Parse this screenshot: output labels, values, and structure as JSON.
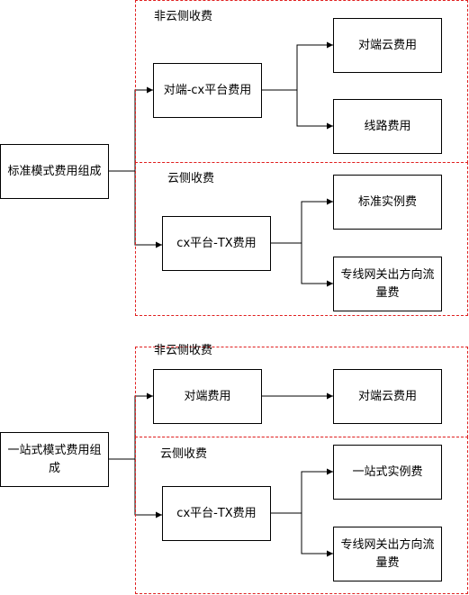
{
  "diagram_top": {
    "root": "标准模式费用组成",
    "region_noncloud": {
      "label": "非云侧收费"
    },
    "region_cloud": {
      "label": "云侧收费"
    },
    "node_edge_platform": "对端-cx平台费用",
    "node_edge_cloud": "对端云费用",
    "node_line": "线路费用",
    "node_cx_tx": "cx平台-TX费用",
    "node_std_instance": "标准实例费",
    "node_gateway_traffic": "专线网关出方向流量费"
  },
  "diagram_bottom": {
    "root": "一站式模式费用组成",
    "region_noncloud": {
      "label": "非云侧收费"
    },
    "region_cloud": {
      "label": "云侧收费"
    },
    "node_edge": "对端费用",
    "node_edge_cloud": "对端云费用",
    "node_cx_tx": "cx平台-TX费用",
    "node_onestop_instance": "一站式实例费",
    "node_gateway_traffic": "专线网关出方向流量费"
  },
  "colors": {
    "region_border": "#e02020",
    "line": "#000000"
  }
}
